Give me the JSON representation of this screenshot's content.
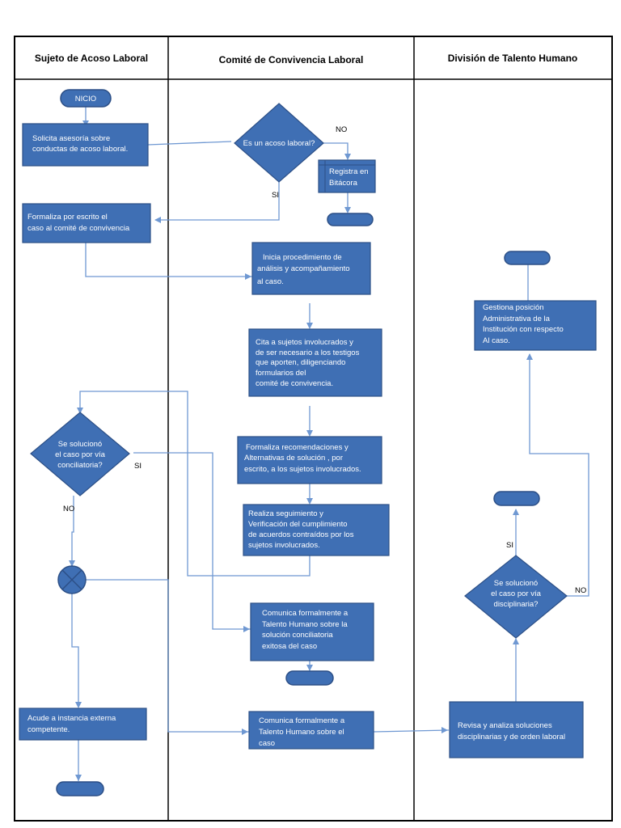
{
  "lanes": {
    "sujeto": "Sujeto de Acoso Laboral",
    "comite": "Comité de Convivencia Laboral",
    "talento": "División de Talento Humano"
  },
  "nodes": {
    "inicio": "NICIO",
    "solicita": [
      "Solicita asesoría sobre",
      "conductas de acoso laboral."
    ],
    "es_acoso": "Es un acoso laboral?",
    "registra": [
      "Registra en",
      "Bitácora"
    ],
    "formaliza_escrito": [
      "Formaliza  por escrito el",
      "caso  al comité de convivencia"
    ],
    "inicia_proc": [
      "Inicia procedimiento  de",
      "análisis y acompañamiento",
      "al caso."
    ],
    "cita": [
      "Cita a  sujetos  involucrados  y",
      "de ser necesario a los testigos",
      "que aporten,  diligenciando",
      "formularios  del",
      "comité de convivencia."
    ],
    "formaliza_recom": [
      "Formaliza  recomendaciones y",
      "Alternativas de solución , por",
      "escrito, a los sujetos involucrados."
    ],
    "seguimiento": [
      "Realiza seguimiento  y",
      "Verificación  del  cumplimiento",
      "de acuerdos contraídos por los",
      "sujetos involucrados."
    ],
    "conciliatoria": [
      "Se solucionó",
      "el caso por vía",
      "conciliatoria?"
    ],
    "comunica_exito": [
      "Comunica formalmente a",
      "Talento Humano sobre  la",
      "solución conciliatoria",
      "exitosa del caso"
    ],
    "acude": [
      "Acude a instancia externa",
      "competente."
    ],
    "comunica_th": [
      "Comunica formalmente a",
      "Talento Humano sobre el",
      "caso"
    ],
    "revisa": [
      "Revisa  y analiza  soluciones",
      "disciplinarias  y de orden laboral"
    ],
    "disciplinaria": [
      "Se solucionó",
      "el caso por vía",
      "disciplinaria?"
    ],
    "gestiona": [
      "Gestiona posición",
      "Administrativa  de la",
      "Institución con respecto",
      "Al caso."
    ]
  },
  "labels": {
    "no_acoso": "NO",
    "si_acoso": "SI",
    "si_conc": "SI",
    "no_conc": "NO",
    "si_disc": "SI",
    "no_disc": "NO"
  },
  "colors": {
    "shape_fill": "#3f6fb4",
    "shape_stroke": "#2c4f86",
    "connector": "#6f98d2",
    "text_on_shape": "#ffffff"
  }
}
